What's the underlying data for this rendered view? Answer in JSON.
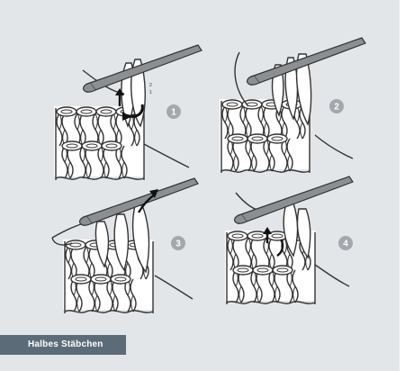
{
  "caption": "Halbes Stäbchen",
  "steps": [
    {
      "number": "1"
    },
    {
      "number": "2"
    },
    {
      "number": "3"
    },
    {
      "number": "4"
    }
  ],
  "small_labels": {
    "label_a": "2",
    "label_b": "1"
  },
  "colors": {
    "background": "#e3e6e9",
    "caption_bg": "#5c6b78",
    "hook": "#8c8f92",
    "badge": "#a4a8ac",
    "yarn_outline": "#333333",
    "yarn_fill": "#ffffff"
  }
}
